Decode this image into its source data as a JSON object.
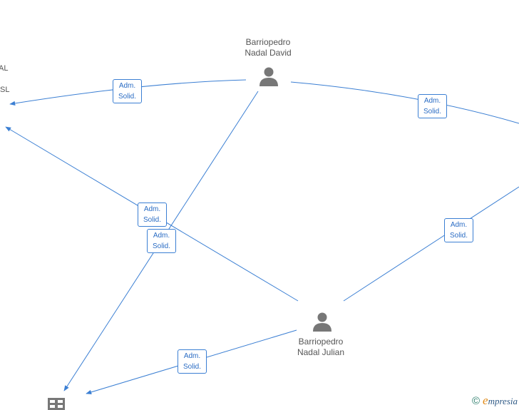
{
  "nodes": {
    "david": {
      "name_line1": "Barriopedro",
      "name_line2": "Nadal David"
    },
    "julian": {
      "name_line1": "Barriopedro",
      "name_line2": "Nadal Julian"
    },
    "clipped_left_1": "AL",
    "clipped_left_2": "SL"
  },
  "edges": [
    {
      "id": "e1",
      "line1": "Adm.",
      "line2": "Solid."
    },
    {
      "id": "e2",
      "line1": "Adm.",
      "line2": "Solid."
    },
    {
      "id": "e3",
      "line1": "Adm.",
      "line2": "Solid."
    },
    {
      "id": "e4",
      "line1": "Adm.",
      "line2": "Solid."
    },
    {
      "id": "e5",
      "line1": "Adm.",
      "line2": "Solid."
    },
    {
      "id": "e6",
      "line1": "Adm.",
      "line2": "Solid."
    }
  ],
  "icons": {
    "person": "person-icon",
    "company": "building-icon",
    "copyright": "copyright-icon"
  },
  "colors": {
    "edge": "#3b7fd3",
    "label_text": "#2a6cc4",
    "node_text": "#555555",
    "icon": "#777777"
  },
  "footer": {
    "copyright_symbol": "©",
    "brand_initial": "e",
    "brand_rest": "mpresia"
  }
}
